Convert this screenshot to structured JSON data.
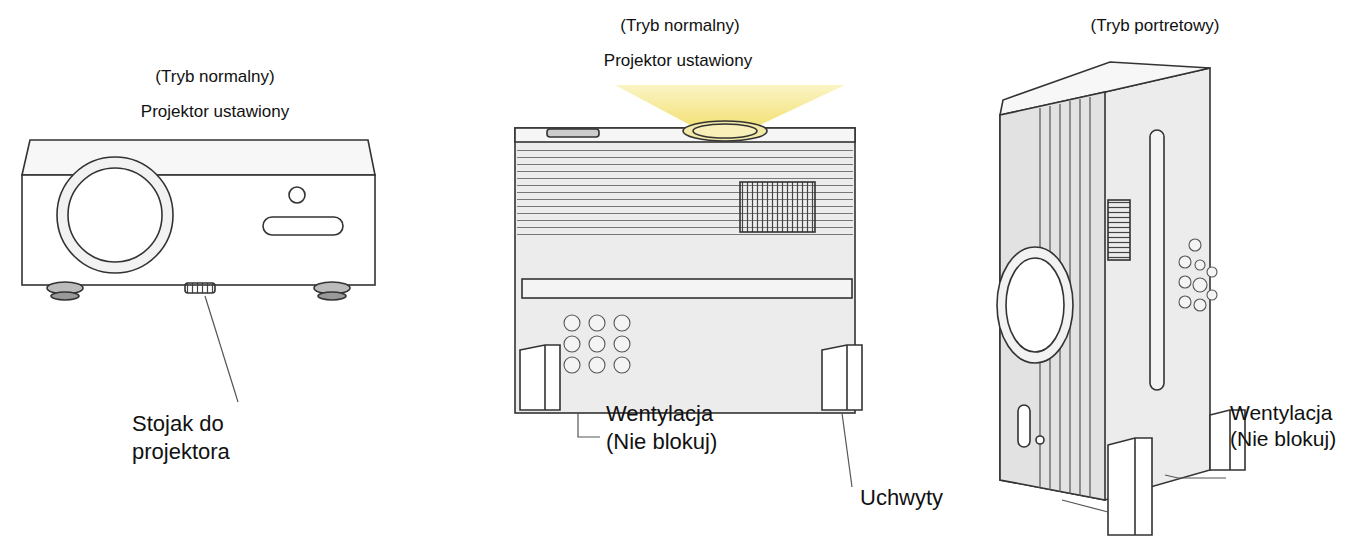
{
  "diagram": {
    "labels": [
      "(Tryb normalny)",
      "Projektor ustawiony",
      "(Tryb normalny)",
      "Projektor ustawiony",
      "(Tryb portretowy)",
      "Stojak do projektora",
      "Wentylacja (Nie blokuj)",
      "Uchwyty",
      "Wentylacja (Nie blokuj)"
    ]
  }
}
